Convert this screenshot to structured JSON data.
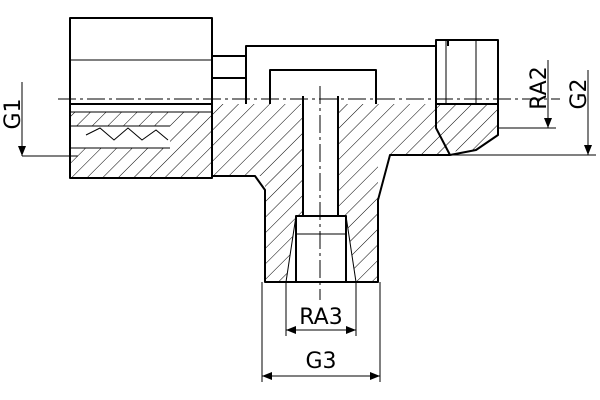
{
  "labels": {
    "g1": "G1",
    "g2": "G2",
    "g3": "G3",
    "ra2": "RA2",
    "ra3": "RA3"
  },
  "colors": {
    "stroke": "#000000",
    "background": "#ffffff"
  }
}
